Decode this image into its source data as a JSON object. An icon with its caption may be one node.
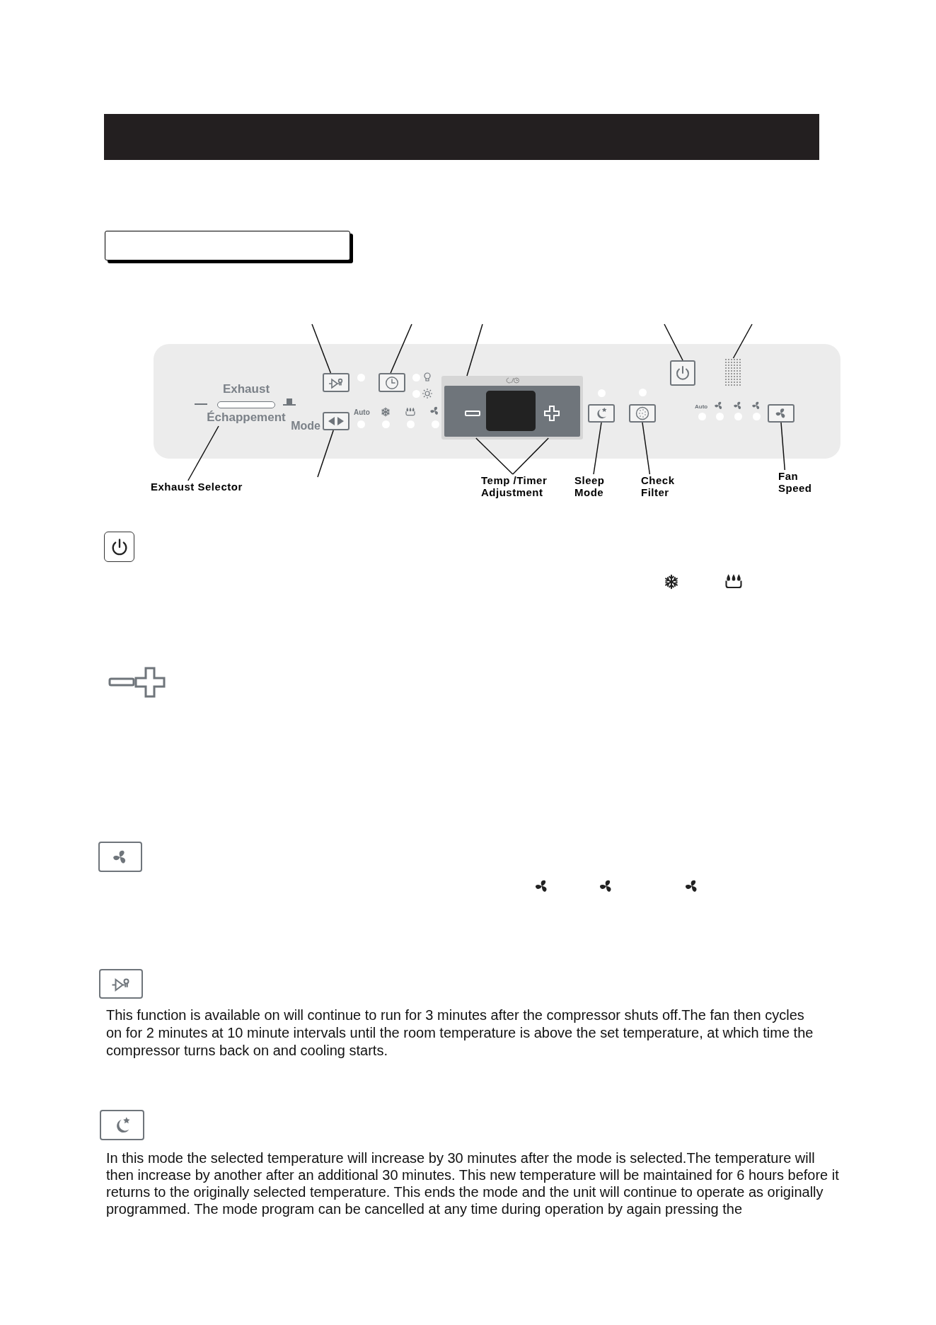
{
  "diagram": {
    "nodes": [
      {
        "text": [
          "Exhaust",
          "Échappement"
        ]
      },
      {
        "text": [],
        "shape": "box"
      },
      {
        "text": [],
        "shape": "box"
      },
      {
        "text": [],
        "shape": "box"
      },
      {
        "text": [],
        "shape": "box"
      },
      {
        "text": [],
        "shape": "box",
        "in": 4
      },
      {
        "text": [],
        "shape": "box",
        "in": 4
      },
      {
        "text": [],
        "shape": "box"
      },
      {
        "text": [],
        "shape": "box"
      },
      {
        "text": [],
        "shape": "box"
      },
      {
        "text": [],
        "shape": "box"
      },
      {
        "text": [],
        "shape": "box"
      },
      {
        "text": [
          "Exhaust Selector"
        ]
      },
      {
        "text": [
          "Temp /Timer Adjustment"
        ]
      },
      {
        "text": [
          "Sleep Mode"
        ]
      },
      {
        "text": [
          "Check Filter"
        ]
      },
      {
        "text": [
          "Fan Speed"
        ]
      },
      {
        "text": [],
        "shape": "box"
      }
    ],
    "edges": [
      {
        "from": null,
        "to": 1,
        "arrow": "none"
      },
      {
        "from": null,
        "to": 3,
        "arrow": "none"
      },
      {
        "from": null,
        "to": 4,
        "arrow": "none"
      },
      {
        "from": null,
        "to": 9,
        "arrow": "none"
      },
      {
        "from": null,
        "to": 10,
        "arrow": "none"
      },
      {
        "from": 12,
        "to": 0,
        "arrow": "none"
      },
      {
        "from": null,
        "to": 2,
        "arrow": "none"
      },
      {
        "from": 13,
        "to": 5,
        "arrow": "none"
      },
      {
        "from": 13,
        "to": 6,
        "arrow": "none"
      },
      {
        "from": 14,
        "to": 7,
        "arrow": "none"
      },
      {
        "from": 15,
        "to": 8,
        "arrow": "none"
      },
      {
        "from": 16,
        "to": 11,
        "arrow": "none"
      }
    ],
    "labels": [
      "Mode",
      "Auto",
      "Auto",
      "This function is available on will continue to run for 3 minutes after the compressor shuts off.The fan then cycles on for 2 minutes at 10 minute intervals until the room temperature is above the set temperature, at which time the compressor turns back on and cooling starts.",
      "In this mode the selected temperature will increase by 30 minutes after the mode is selected.The temperature will then increase by another after an additional 30 minutes. This new temperature will be maintained for 6 hours before it returns to the originally selected temperature. This ends the mode and the unit will continue to operate as originally programmed. The mode program can be cancelled at any time during operation by again pressing the"
    ]
  }
}
